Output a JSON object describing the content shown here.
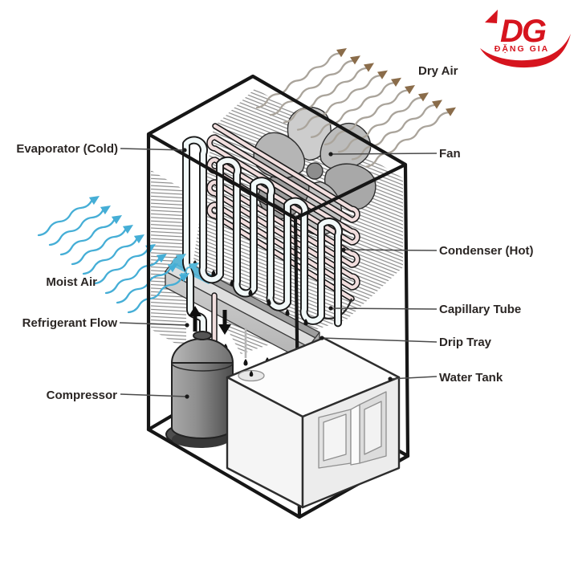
{
  "logo": {
    "monogram": "DG",
    "brand": "ĐẶNG GIA"
  },
  "parts": {
    "evaporator": "Evaporator (Cold)",
    "fan": "Fan",
    "dry_air": "Dry Air",
    "moist_air": "Moist Air",
    "condenser": "Condenser (Hot)",
    "capillary_tube": "Capillary Tube",
    "refrigerant_flow": "Refrigerant Flow",
    "drip_tray": "Drip Tray",
    "compressor": "Compressor",
    "water_tank": "Water Tank"
  },
  "colors": {
    "moist_air_arrow": "#45aed6",
    "tray_condensate": "#55b8da",
    "dry_air_arrow_tail": "#aaa49b",
    "dry_air_arrow_head": "#8a6c4a",
    "evaporator_tube": "#f2f9f9",
    "condenser_tube": "#f1dede",
    "tube_outline": "#181818",
    "cabinet_line": "#161616",
    "logo_red": "#d6141e",
    "label_text": "#2b2624"
  }
}
